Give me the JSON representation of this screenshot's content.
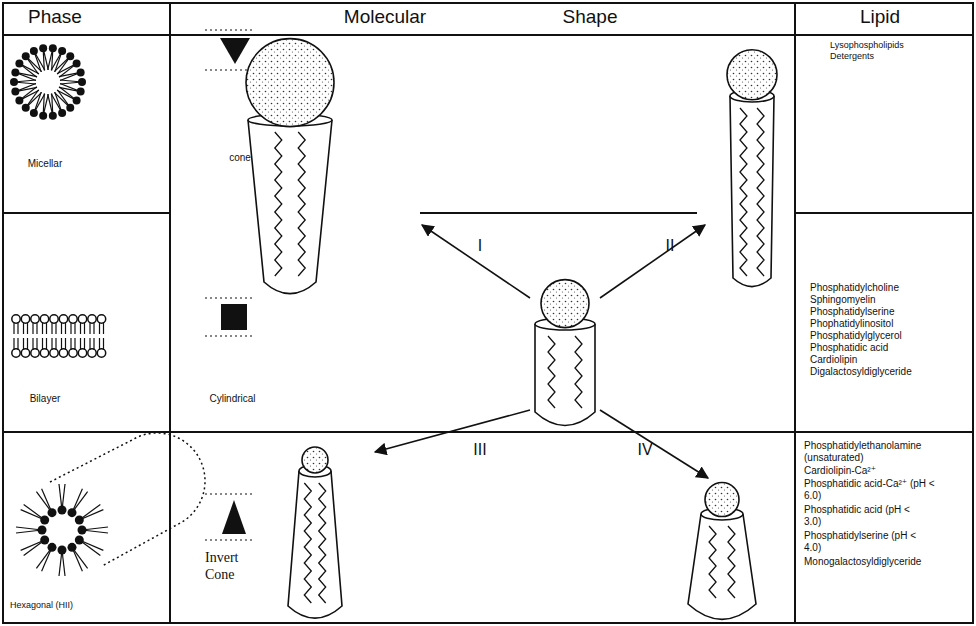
{
  "diagram": {
    "labels": [
      "Phase",
      "Molecular",
      "Shape",
      "Lipid",
      "Micellar",
      "cone",
      "Lysophospholipids",
      "Detergents",
      "Bilayer",
      "Cylindrical",
      "Phosphatidylcholine",
      "Sphingomyelin",
      "Phosphatidylserine",
      "Phophatidylinositol",
      "Phosphatidylglycerol",
      "Phosphatidic acid",
      "Cardiolipin",
      "Digalactosyldiglyceride",
      "Hexagonal (HII)",
      "Invert Cone",
      "Phosphatidylethanolamine (unsaturated)",
      "Cardiolipin-Ca²⁺",
      "Phosphatidic acid-Ca²⁺ (pH < 6.0)",
      "Phosphatidic acid (pH < 3.0)",
      "Phosphatidylserine (pH < 4.0)",
      "Monogalactosyldiglyceride",
      "I",
      "II",
      "III",
      "IV"
    ]
  }
}
